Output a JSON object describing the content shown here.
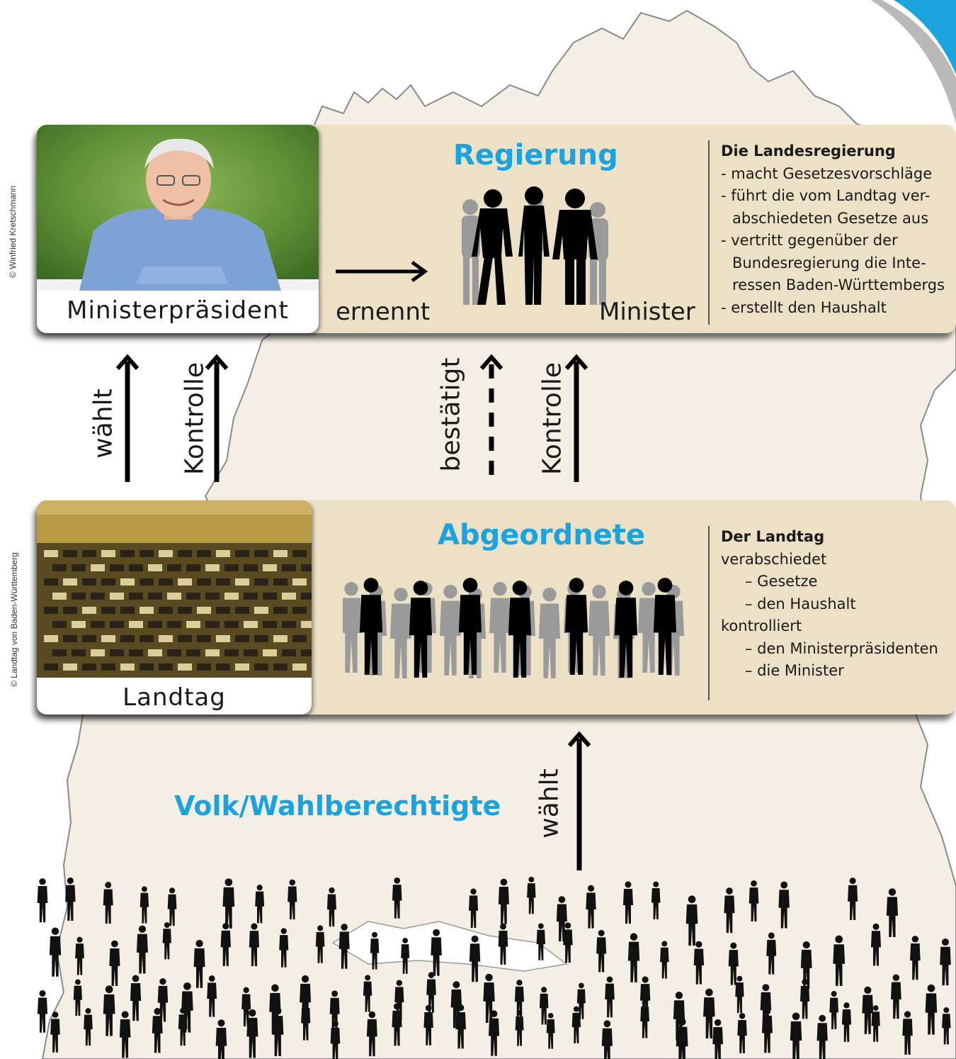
{
  "credits": {
    "photo_top": "© Winfried Kretschmann",
    "photo_bottom": "© Landtag von Baden-Württemberg"
  },
  "government": {
    "heading": "Regierung",
    "photo_caption": "Ministerpräsident",
    "appoints_label": "ernennt",
    "ministers_label": "Minister",
    "info_title": "Die Landesregierung",
    "info_lines": [
      "- macht Gesetzesvorschläge",
      "- führt die vom Landtag ver-",
      "abschiedeten Gesetze aus",
      "- vertritt gegenüber der",
      "Bundesregierung die Inte-",
      "ressen Baden-Württembergs",
      "- erstellt den Haushalt"
    ]
  },
  "parliament": {
    "heading": "Abgeordnete",
    "photo_caption": "Landtag",
    "info_title": "Der Landtag",
    "info_lines": [
      "verabschiedet",
      "– Gesetze",
      "– den Haushalt",
      "kontrolliert",
      "– den Ministerpräsidenten",
      "– die Minister"
    ]
  },
  "arrows": {
    "elects_pm": "wählt",
    "control_pm": "Kontrolle",
    "confirms": "bestätigt",
    "control_ministers": "Kontrolle",
    "people_elect": "wählt"
  },
  "people": {
    "heading": "Volk/Wahlberechtigte"
  },
  "colors": {
    "accent": "#1aa3dd",
    "panel": "#ece0c6",
    "map_fill": "#f3efe4",
    "map_stroke": "#8a8a8a"
  }
}
